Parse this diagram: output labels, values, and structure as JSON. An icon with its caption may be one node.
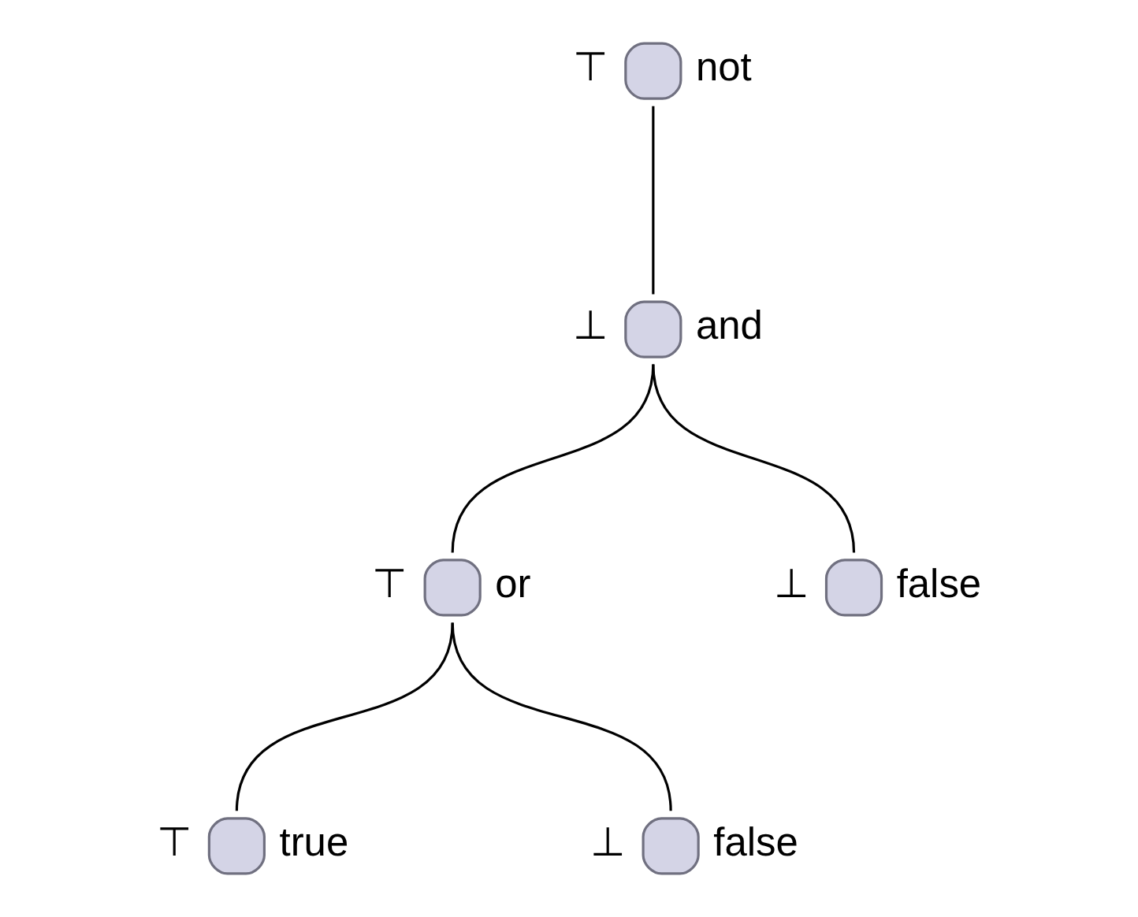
{
  "diagram": {
    "nodes": [
      {
        "text": [],
        "shape": "circle",
        "beside": [
          "⊤",
          "not"
        ]
      },
      {
        "text": [],
        "shape": "circle",
        "beside": [
          "⊥",
          "and"
        ]
      },
      {
        "text": [],
        "shape": "circle",
        "beside": [
          "⊤",
          "or"
        ]
      },
      {
        "text": [],
        "shape": "circle",
        "beside": [
          "⊥",
          "false"
        ]
      },
      {
        "text": [],
        "shape": "circle",
        "beside": [
          "⊤",
          "true"
        ]
      },
      {
        "text": [],
        "shape": "circle",
        "beside": [
          "⊥",
          "false"
        ]
      }
    ],
    "edges": [
      {
        "from": 0,
        "to": 1,
        "arrow": "none"
      },
      {
        "from": 1,
        "to": 2,
        "arrow": "none"
      },
      {
        "from": 1,
        "to": 3,
        "arrow": "none"
      },
      {
        "from": 2,
        "to": 4,
        "arrow": "none"
      },
      {
        "from": 2,
        "to": 5,
        "arrow": "none"
      }
    ]
  }
}
